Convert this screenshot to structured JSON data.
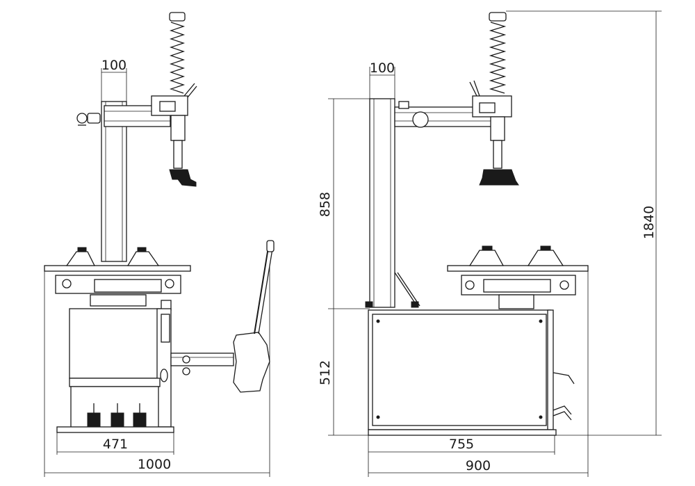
{
  "dimensions": {
    "left_view": {
      "column_width": "100",
      "cabinet_width": "471",
      "overall_width": "1000"
    },
    "right_view": {
      "column_width": "100",
      "column_height": "858",
      "cabinet_height": "512",
      "cabinet_width": "755",
      "overall_width": "900",
      "overall_height": "1840"
    }
  }
}
